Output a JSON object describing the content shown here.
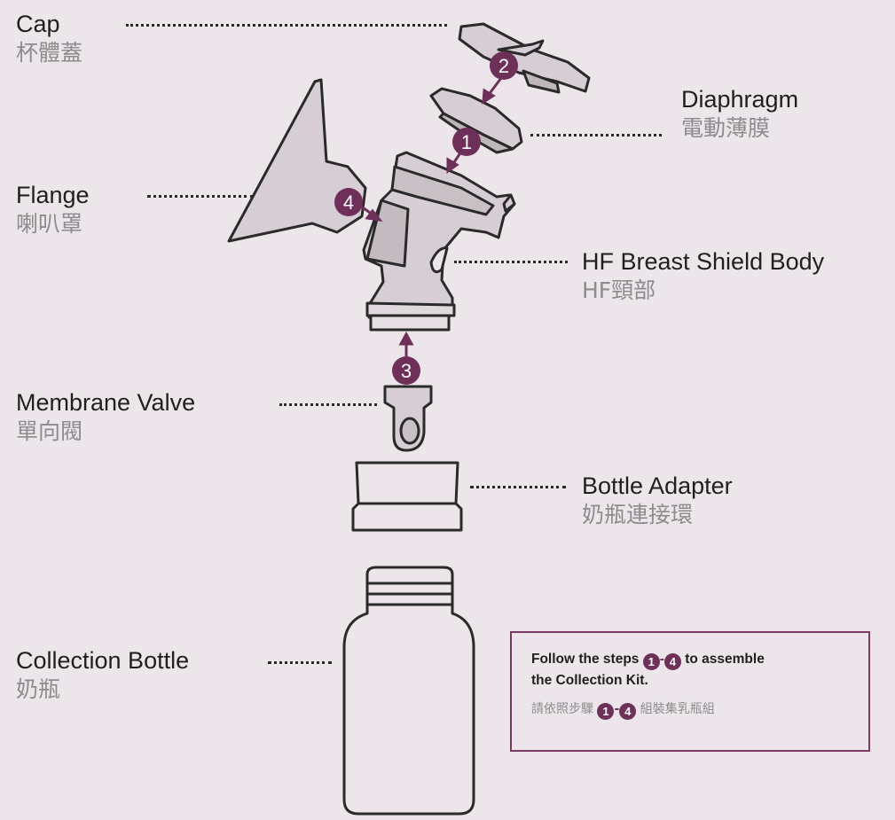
{
  "parts": {
    "cap": {
      "en": "Cap",
      "zh": "杯體蓋"
    },
    "diaphragm": {
      "en": "Diaphragm",
      "zh": "電動薄膜"
    },
    "flange": {
      "en": "Flange",
      "zh": "喇叭罩"
    },
    "shield_body": {
      "en": "HF Breast Shield Body",
      "zh": "HF頸部"
    },
    "membrane_valve": {
      "en": "Membrane Valve",
      "zh": "單向閥"
    },
    "bottle_adapter": {
      "en": "Bottle Adapter",
      "zh": "奶瓶連接環"
    },
    "collection_bottle": {
      "en": "Collection Bottle",
      "zh": "奶瓶"
    }
  },
  "steps": {
    "s1": "1",
    "s2": "2",
    "s3": "3",
    "s4": "4"
  },
  "note": {
    "line1_a": "Follow the steps",
    "step_from": "1",
    "dash": "-",
    "step_to": "4",
    "line1_b": "to assemble",
    "line2": "the Collection Kit.",
    "zh_a": "請依照步驟",
    "zh_b": "組裝集乳瓶組"
  },
  "colors": {
    "background": "#ece6ea",
    "accent": "#6e2f58",
    "part_fill": "#d6ced4",
    "outline": "#2a2a2a"
  }
}
